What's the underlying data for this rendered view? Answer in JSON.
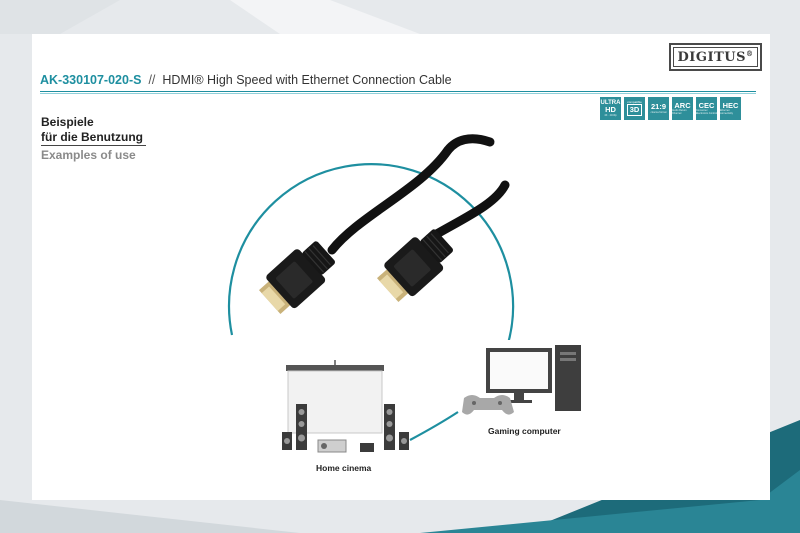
{
  "brand": {
    "logo_text": "DIGITUS",
    "logo_mark": "®"
  },
  "header": {
    "product_code": "AK-330107-020-S",
    "separator": "//",
    "title": "HDMI® High Speed with Ethernet Connection Cable"
  },
  "badges": [
    {
      "top": "ULTRA",
      "main": "HD",
      "sub": "4K · 2160p"
    },
    {
      "top": "compatible",
      "main": "3D",
      "sub": ""
    },
    {
      "top": "",
      "main": "21:9",
      "sub": "cinema format"
    },
    {
      "top": "",
      "main": "ARC",
      "sub": "Audio Return Channel"
    },
    {
      "top": "",
      "main": "CEC",
      "sub": "Consumer Electronics Control"
    },
    {
      "top": "",
      "main": "HEC",
      "sub": "Ethernet connectivity"
    }
  ],
  "section": {
    "title_de_1": "Beispiele",
    "title_de_2": "für die Benutzung",
    "title_en": "Examples of use"
  },
  "uses": {
    "home_cinema": "Home cinema",
    "gaming": "Gaming computer"
  },
  "colors": {
    "accent": "#1e8fa0",
    "teal_dark": "#1d6b7a",
    "badge": "#2e8f9a"
  }
}
